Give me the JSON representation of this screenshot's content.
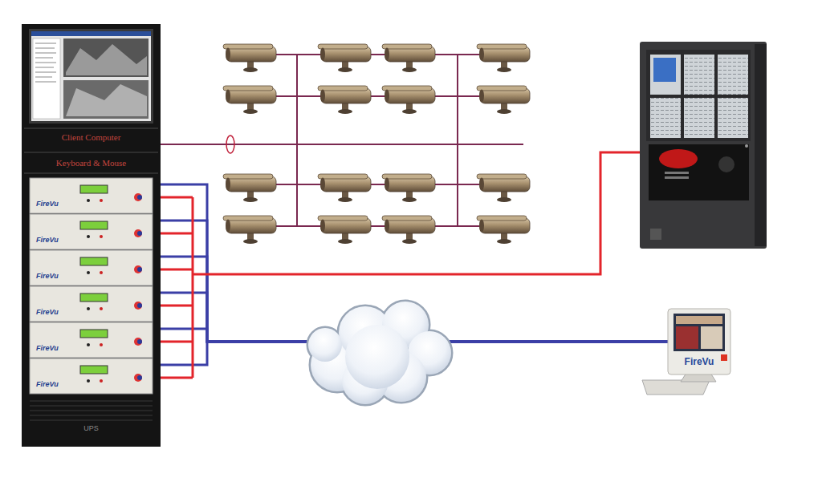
{
  "diagram": {
    "nodes": [
      {
        "text": [
          "Client Computer",
          "Keyboard & Mouse",
          "UPS"
        ]
      },
      {
        "text": [
          "FireVu"
        ],
        "in": 0
      },
      {
        "text": [
          "FireVu"
        ],
        "in": 0
      },
      {
        "text": [
          "FireVu"
        ],
        "in": 0
      },
      {
        "text": [
          "FireVu"
        ],
        "in": 0
      },
      {
        "text": [
          "FireVu"
        ],
        "in": 0
      },
      {
        "text": [
          "FireVu"
        ],
        "in": 0
      },
      {
        "text": [
          "FireVu"
        ]
      }
    ],
    "edges": [
      {
        "from": 1,
        "to": 7,
        "arrow": "none"
      },
      {
        "from": 2,
        "to": 7,
        "arrow": "none"
      },
      {
        "from": 3,
        "to": 7,
        "arrow": "none"
      },
      {
        "from": 4,
        "to": 7,
        "arrow": "none"
      },
      {
        "from": 5,
        "to": 7,
        "arrow": "none"
      },
      {
        "from": 6,
        "to": 7,
        "arrow": "none"
      }
    ]
  }
}
